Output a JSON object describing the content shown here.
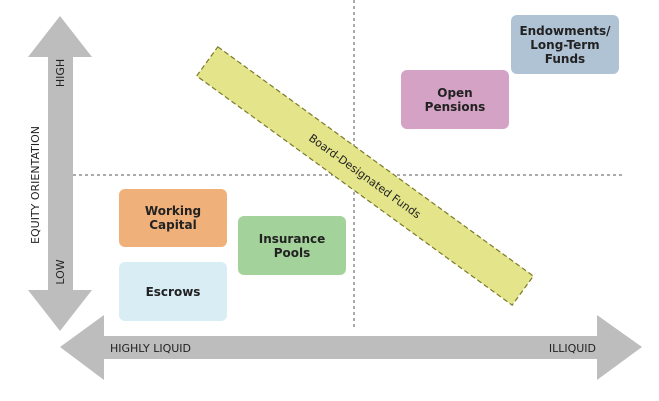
{
  "axes": {
    "vertical_label": "EQUITY ORIENTATION",
    "vertical_high": "HIGH",
    "vertical_low": "LOW",
    "horizontal_low": "HIGHLY LIQUID",
    "horizontal_high": "ILLIQUID"
  },
  "boxes": {
    "working_capital": "Working\nCapital",
    "insurance_pools": "Insurance\nPools",
    "escrows": "Escrows",
    "open_pensions": "Open\nPensions",
    "endowments": "Endowments/\nLong-Term\nFunds"
  },
  "band": {
    "label": "Board-Designated Funds"
  },
  "colors": {
    "arrow_gray": "#bdbdbd",
    "working_capital": "#f0b07a",
    "insurance_pools": "#a4d29b",
    "escrows": "#d8edf4",
    "open_pensions": "#d4a2c5",
    "endowments": "#b0c3d5",
    "band_fill": "#e4e48a",
    "band_border": "#7a7a2a"
  }
}
